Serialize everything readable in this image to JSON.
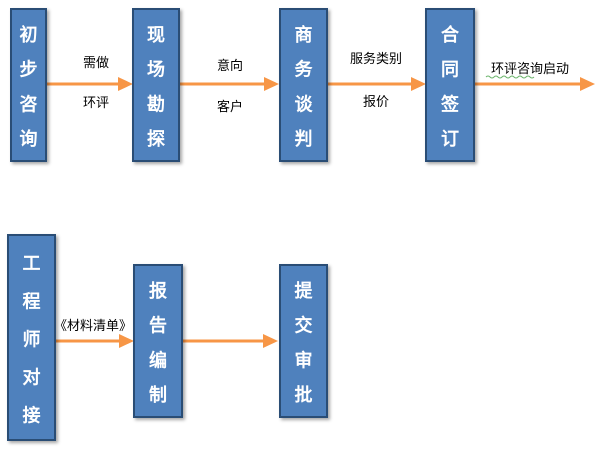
{
  "nodes": [
    {
      "id": "initial-consult",
      "label": "初步咨询"
    },
    {
      "id": "site-survey",
      "label": "现场勘探"
    },
    {
      "id": "negotiation",
      "label": "商务谈判"
    },
    {
      "id": "contract",
      "label": "合同签订"
    },
    {
      "id": "engineer-handover",
      "label": "工程师对接"
    },
    {
      "id": "report-writing",
      "label": "报告编制"
    },
    {
      "id": "submit-review",
      "label": "提交审批"
    }
  ],
  "edges": [
    {
      "from": "initial-consult",
      "to": "site-survey",
      "labels": [
        "需做",
        "环评"
      ]
    },
    {
      "from": "site-survey",
      "to": "negotiation",
      "labels": [
        "意向",
        "客户"
      ]
    },
    {
      "from": "negotiation",
      "to": "contract",
      "labels": [
        "服务类别",
        "报价"
      ]
    },
    {
      "from": "contract",
      "to": "",
      "labels": [
        "环评咨询启动"
      ]
    },
    {
      "from": "engineer-handover",
      "to": "report-writing",
      "labels": [
        "《材料清单》"
      ]
    },
    {
      "from": "report-writing",
      "to": "submit-review",
      "labels": []
    }
  ],
  "colors": {
    "box_fill": "#4f81bd",
    "box_stroke": "#2c4d75",
    "arrow": "#f79646",
    "box_text": "#ffffff",
    "edge_text": "#000000"
  }
}
